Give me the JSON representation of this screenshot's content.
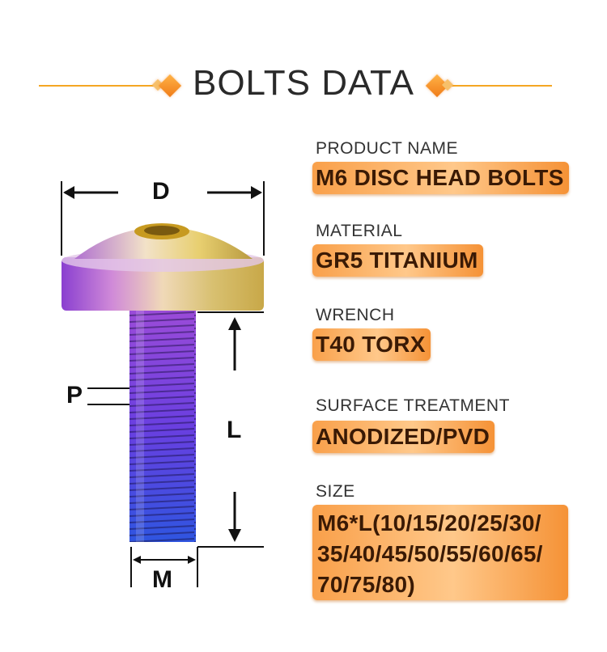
{
  "header": {
    "title": "BOLTS DATA"
  },
  "dimensions": {
    "d": "D",
    "p": "P",
    "l": "L",
    "m": "M"
  },
  "specs": [
    {
      "label": "PRODUCT NAME",
      "value": "M6 DISC HEAD BOLTS"
    },
    {
      "label": "MATERIAL",
      "value": "GR5 TITANIUM"
    },
    {
      "label": "WRENCH",
      "value": "T40 TORX"
    },
    {
      "label": "SURFACE TREATMENT",
      "value": "ANODIZED/PVD"
    },
    {
      "label": "SIZE",
      "value_lines": [
        "M6*L(10/15/20/25/30/",
        "35/40/45/50/55/60/65/",
        "70/75/80)"
      ]
    }
  ],
  "colors": {
    "accent": "#f5a623",
    "pill_start": "#f9a04a",
    "pill_end": "#ffc88a"
  }
}
